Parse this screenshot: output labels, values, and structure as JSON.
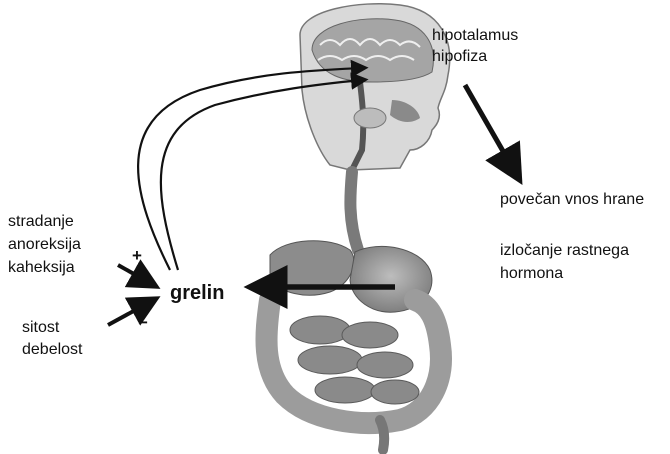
{
  "labels": {
    "hypothalamus": "hipotalamus",
    "pituitary": "hipofiza",
    "food_intake": "povečan vnos hrane",
    "gh_release_line1": "izločanje rastnega",
    "gh_release_line2": "hormona",
    "starvation": "stradanje",
    "anorexia": "anoreksija",
    "cachexia": "kaheksija",
    "ghrelin": "grelin",
    "satiety": "sitost",
    "obesity": "debelost"
  },
  "signs": {
    "stimulate": "+",
    "inhibit": "−"
  },
  "colors": {
    "arrow": "#111111",
    "organ_dark": "#6e6e6e",
    "organ_mid": "#9a9a9a",
    "organ_light": "#c8c8c8"
  }
}
